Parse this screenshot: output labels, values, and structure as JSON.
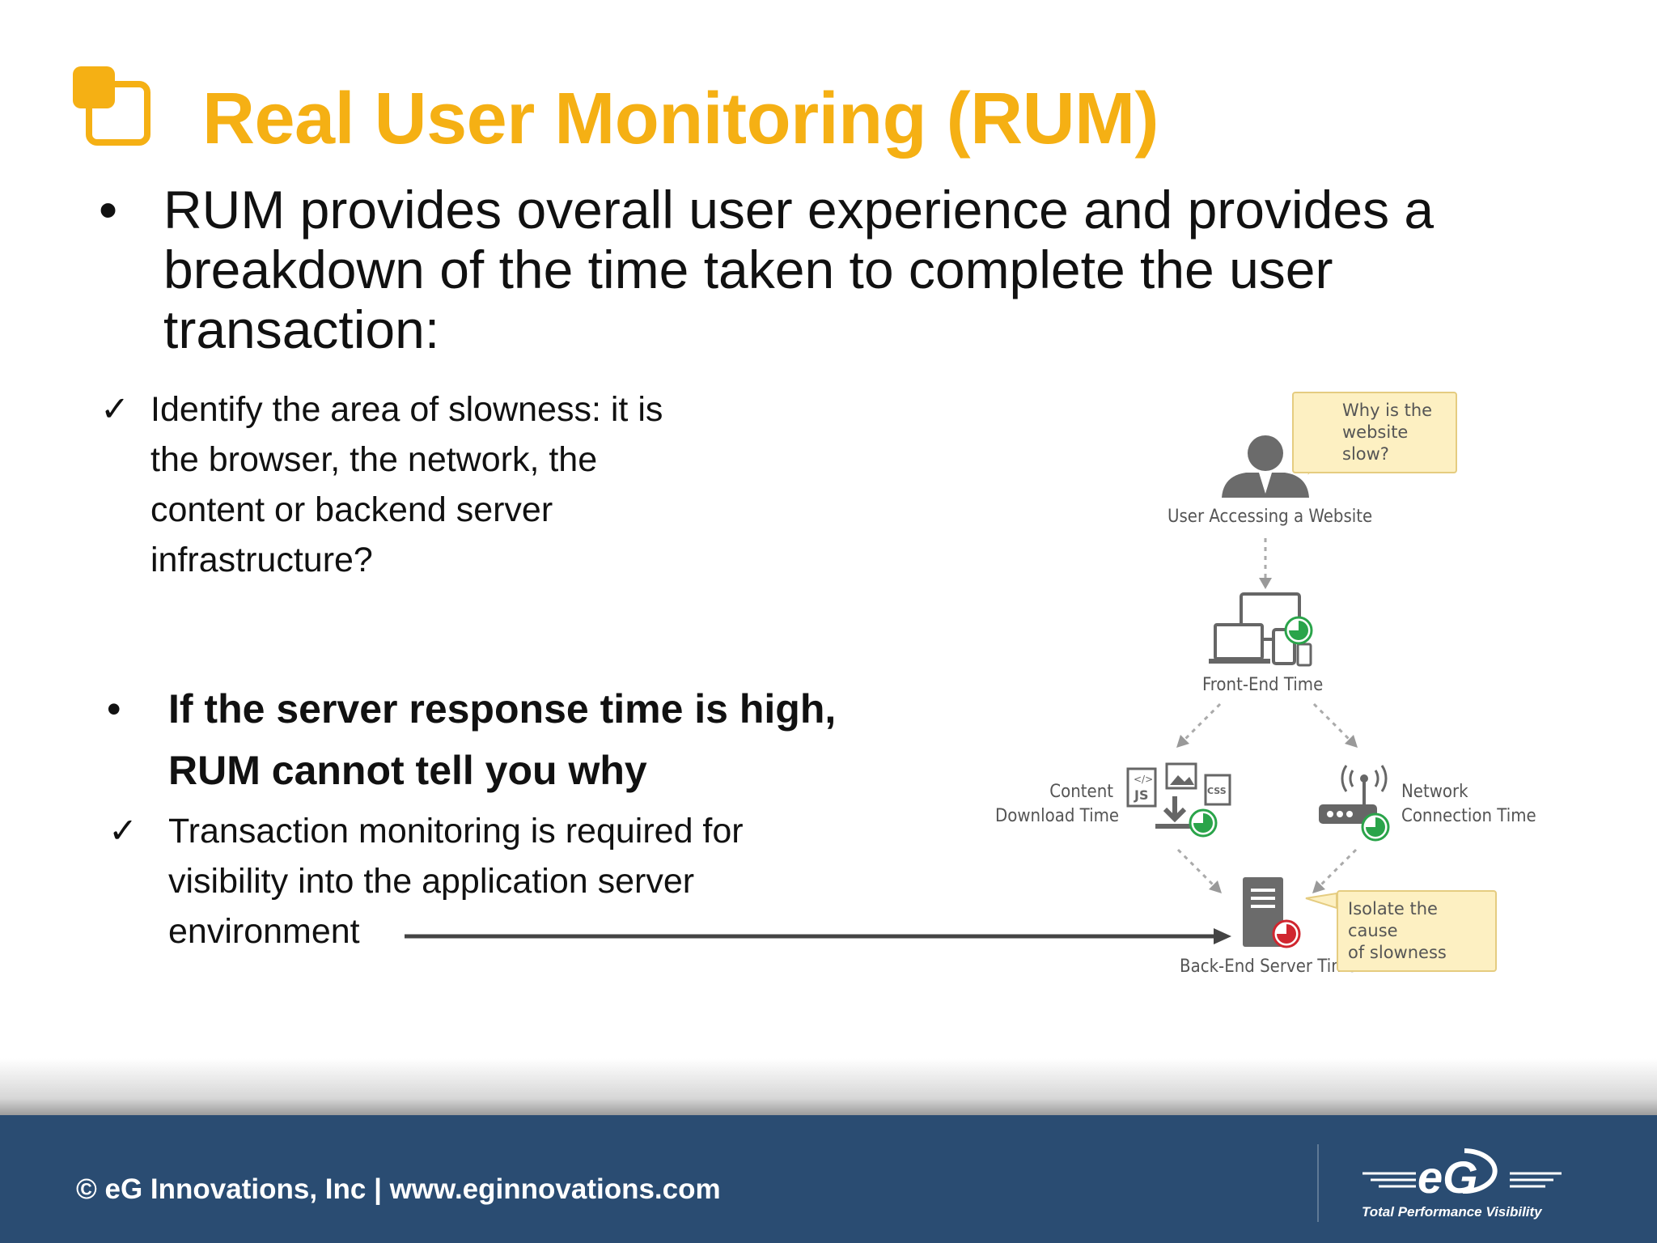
{
  "title": "Real User Monitoring (RUM)",
  "main_bullet": "RUM provides overall user experience and provides a breakdown of the time taken to complete the user transaction:",
  "check_1": "Identify the area of slowness: it is the browser, the network, the content or backend server infrastructure?",
  "bold_bullet": "If the server response time is high, RUM cannot tell you why",
  "check_2": "Transaction monitoring is required for visibility into the application server environment",
  "bullet_symbol": "•",
  "check_symbol": "✓",
  "diagram": {
    "callout_top": [
      "Why is the",
      "website slow?"
    ],
    "user_label": "User Accessing a Website",
    "frontend_label": "Front-End Time",
    "content_label": [
      "Content",
      "Download Time"
    ],
    "network_label": [
      "Network",
      "Connection Time"
    ],
    "backend_label": "Back-End Server Time",
    "callout_bottom": [
      "Isolate the cause",
      "of slowness"
    ],
    "icon_js": "JS",
    "icon_code": "</>",
    "icon_css": "CSS"
  },
  "footer": {
    "text": "© eG Innovations, Inc  |  www.eginnovations.com",
    "logo_text": "eG",
    "tagline": "Total Performance Visibility"
  },
  "colors": {
    "title": "#f5b014",
    "footer_bg": "#2a4c72",
    "timer_green": "#2aa44a",
    "timer_red": "#d0262f",
    "callout_bg": "#fdf0c2"
  }
}
